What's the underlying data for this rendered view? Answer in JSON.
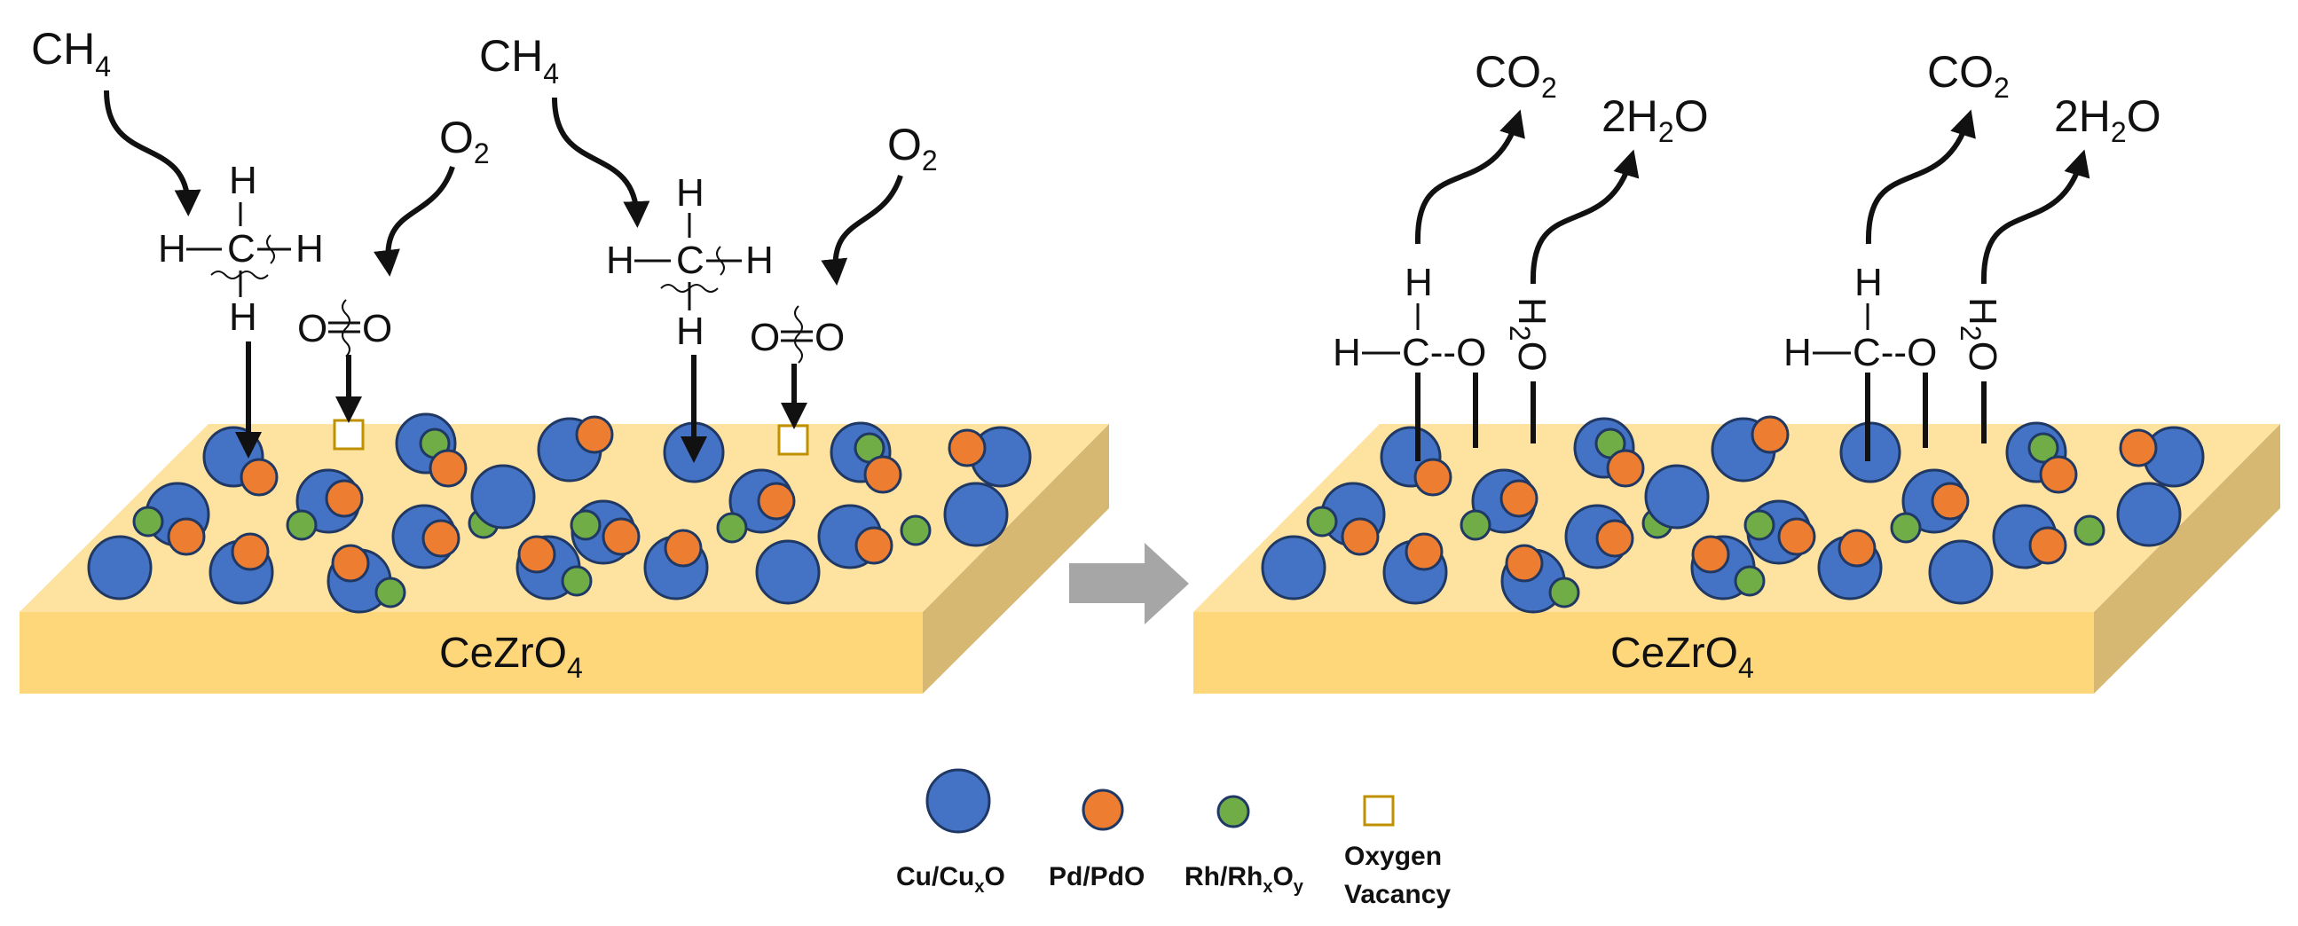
{
  "support_label": {
    "main": "CeZrO",
    "sub": "4"
  },
  "reactants": {
    "methane": {
      "main": "CH",
      "sub": "4"
    },
    "oxygen": {
      "main": "O",
      "sub": "2"
    }
  },
  "products": {
    "co2": {
      "main": "CO",
      "sub": "2"
    },
    "water": {
      "pre": "2H",
      "sub": "2",
      "post": "O"
    },
    "water_vertical": {
      "a": "H",
      "sub": "2",
      "b": "O"
    }
  },
  "atoms": {
    "H": "H",
    "C": "C",
    "O": "O",
    "C_bond": "C--O"
  },
  "legend": [
    {
      "key": "cu",
      "main": "Cu/Cu",
      "sub": "x",
      "post": "O"
    },
    {
      "key": "pd",
      "main": "Pd/PdO"
    },
    {
      "key": "rh",
      "main": "Rh/Rh",
      "sub": "x",
      "post": "O",
      "sub2": "y"
    },
    {
      "key": "vac",
      "line1": "Oxygen",
      "line2": "Vacancy"
    }
  ],
  "colors": {
    "cu": "#4472c4",
    "pd": "#ed7d31",
    "rh": "#70ad47",
    "vacancy": "#bf9000",
    "slab_top": "#fde2a0",
    "slab_front": "#fdd77a",
    "slab_side": "#d6b872",
    "arrow_gray": "#a6a6a6"
  }
}
